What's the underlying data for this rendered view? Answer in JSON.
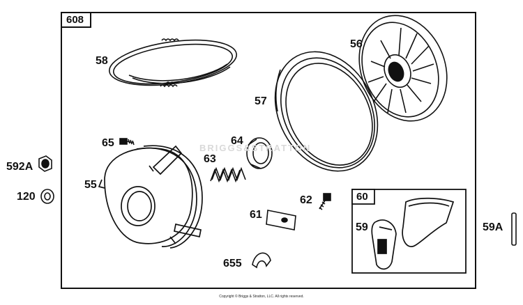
{
  "diagram": {
    "frame_label": "608",
    "subframe_label": "60",
    "watermark": "BRIGGS&STRATTON",
    "copyright": "Copyright © Briggs & Stratton, LLC. All rights reserved.",
    "parts": [
      {
        "id": "58",
        "name": "rope"
      },
      {
        "id": "56",
        "name": "pulley"
      },
      {
        "id": "57",
        "name": "recoil-spring"
      },
      {
        "id": "65",
        "name": "screw"
      },
      {
        "id": "64",
        "name": "bushing"
      },
      {
        "id": "63",
        "name": "spring"
      },
      {
        "id": "55",
        "name": "starter-housing"
      },
      {
        "id": "592A",
        "name": "nut"
      },
      {
        "id": "120",
        "name": "washer"
      },
      {
        "id": "62",
        "name": "screw"
      },
      {
        "id": "61",
        "name": "plate"
      },
      {
        "id": "655",
        "name": "clip"
      },
      {
        "id": "59",
        "name": "handle"
      },
      {
        "id": "59A",
        "name": "pin"
      }
    ]
  }
}
